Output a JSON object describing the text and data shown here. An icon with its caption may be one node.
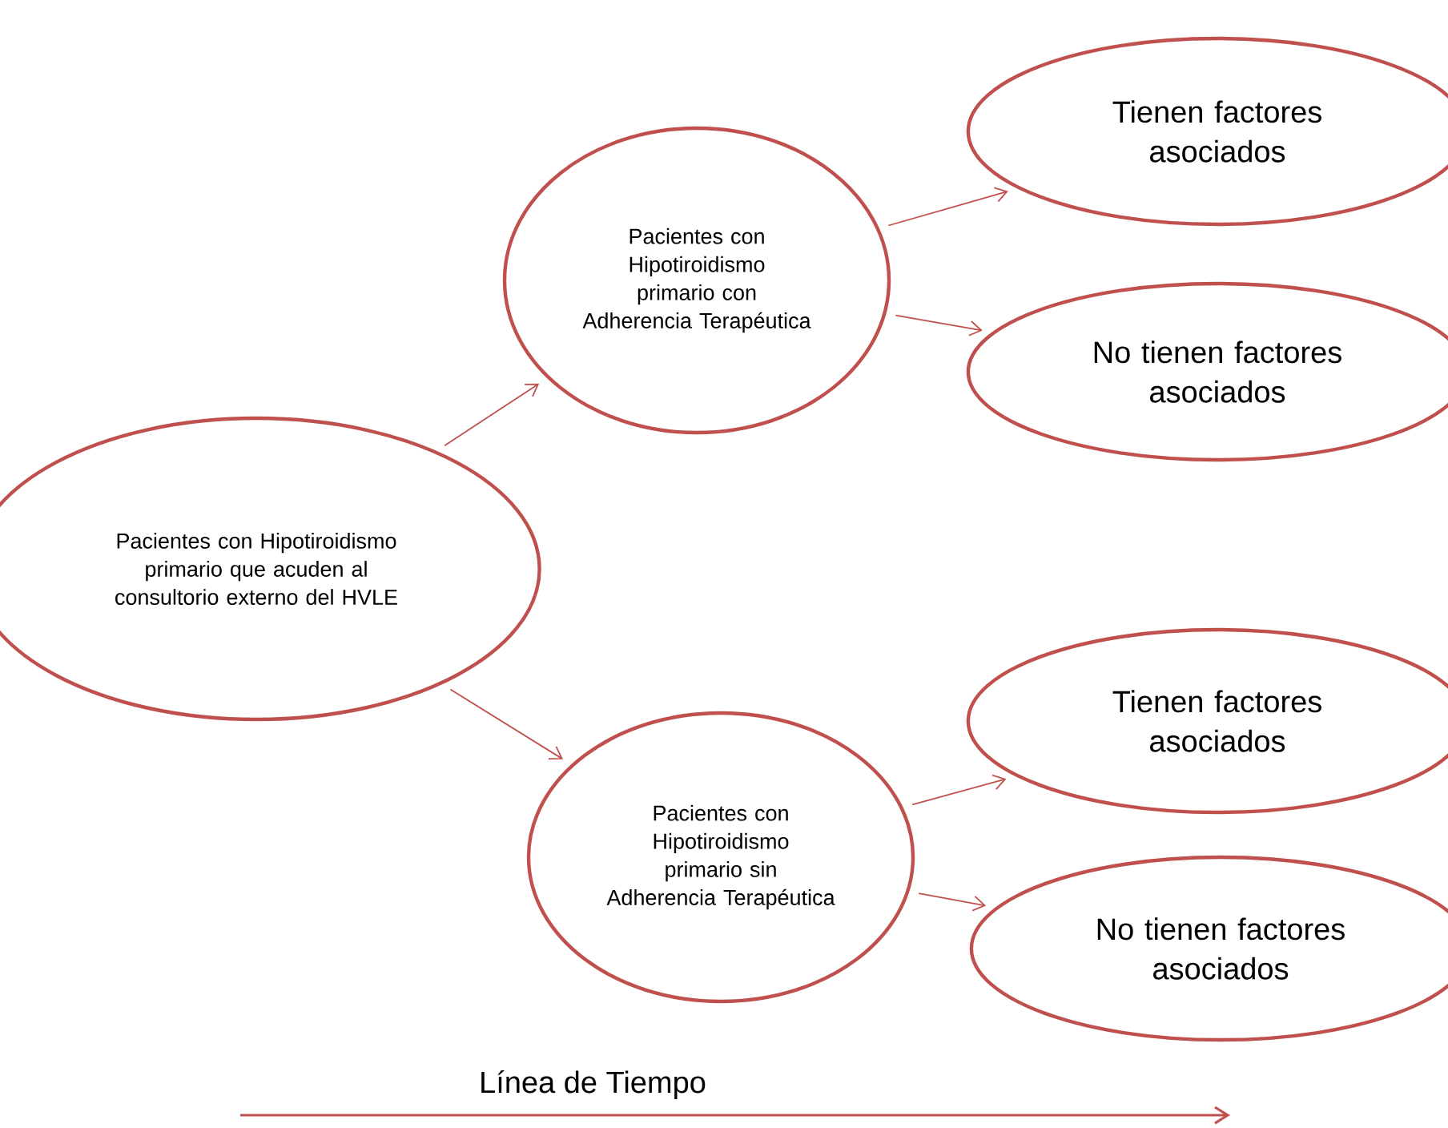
{
  "diagram": {
    "nodes": [
      {
        "text": [
          "Pacientes con Hipotiroidismo primario que acuden al consultorio externo del HVLE"
        ]
      },
      {
        "text": [
          "Pacientes con Hipotiroidismo primario con Adherencia Terapéutica"
        ]
      },
      {
        "text": [
          "Tienen factores asociados"
        ]
      },
      {
        "text": [
          "No tienen factores asociados"
        ]
      },
      {
        "text": [
          "Pacientes con Hipotiroidismo primario sin Adherencia Terapéutica"
        ]
      },
      {
        "text": [
          "Tienen factores asociados"
        ]
      },
      {
        "text": [
          "No tienen factores asociados"
        ]
      }
    ],
    "edges": [
      {
        "from": 0,
        "to": 1,
        "arrow": "to"
      },
      {
        "from": 0,
        "to": 4,
        "arrow": "to"
      },
      {
        "from": 1,
        "to": 2,
        "arrow": "to"
      },
      {
        "from": 1,
        "to": 3,
        "arrow": "to"
      },
      {
        "from": 4,
        "to": 5,
        "arrow": "to"
      },
      {
        "from": 4,
        "to": 6,
        "arrow": "to"
      }
    ],
    "labels": [
      "Línea de Tiempo"
    ]
  }
}
